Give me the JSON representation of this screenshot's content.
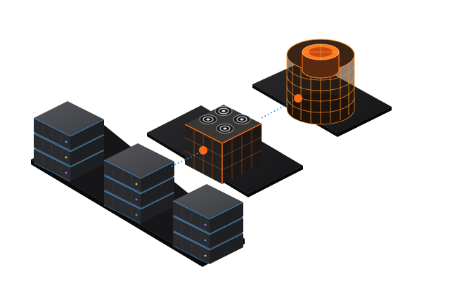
{
  "scene": {
    "colors": {
      "background": "#ffffff",
      "platform_top": "#1c1c1e",
      "platform_edge": "#0b0b0c",
      "server_top": "#4a4c50",
      "server_left": "#2a2b2e",
      "server_right": "#1e1f22",
      "server_trim": "#3f8fd0",
      "accent": "#ff6a13",
      "wire": "#ff8c1a",
      "link": "#2f8fe0",
      "led_blue": "#3aa0ff",
      "led_yellow": "#f2c230",
      "led_purple": "#b05cff"
    },
    "objects": [
      {
        "name": "server-rack-row-1",
        "units": 3
      },
      {
        "name": "server-rack-row-2",
        "units": 3
      },
      {
        "name": "server-rack-row-3",
        "units": 3
      },
      {
        "name": "cooling-unit",
        "fans": 4
      },
      {
        "name": "storage-tank",
        "style": "wireframe"
      }
    ],
    "connections": [
      {
        "from": "server-rack-row-2",
        "to": "cooling-unit",
        "style": "dotted"
      },
      {
        "from": "cooling-unit",
        "to": "storage-tank",
        "style": "dotted"
      }
    ]
  }
}
